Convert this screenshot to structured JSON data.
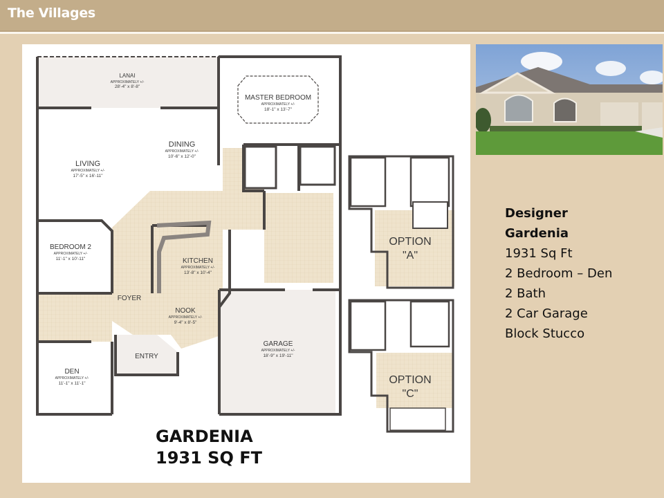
{
  "header": {
    "title": "The Villages"
  },
  "floorplan": {
    "name": "GARDENIA",
    "area": "1931 SQ FT",
    "rooms": [
      {
        "name": "LANAI",
        "note": "APPROXIMATELY +/-",
        "dims": "28'-4\" x 8'-8\""
      },
      {
        "name": "MASTER BEDROOM",
        "note": "APPROXIMATELY +/-",
        "dims": "18'-1\" x 13'-7\""
      },
      {
        "name": "LIVING",
        "note": "APPROXIMATELY +/-",
        "dims": "17'-5\" x 16'-11\""
      },
      {
        "name": "DINING",
        "note": "APPROXIMATELY +/-",
        "dims": "10'-6\" x 12'-0\""
      },
      {
        "name": "BEDROOM 2",
        "note": "APPROXIMATELY +/-",
        "dims": "11'-1\" x 10'-11\""
      },
      {
        "name": "KITCHEN",
        "note": "APPROXIMATELY +/-",
        "dims": "13'-8\" x 10'-4\""
      },
      {
        "name": "FOYER"
      },
      {
        "name": "NOOK",
        "note": "APPROXIMATELY +/-",
        "dims": "9'-4\" x 8'-5\""
      },
      {
        "name": "ENTRY"
      },
      {
        "name": "GARAGE",
        "note": "APPROXIMATELY +/-",
        "dims": "18'-9\" x 19'-11\""
      },
      {
        "name": "DEN",
        "note": "APPROXIMATELY +/-",
        "dims": "11'-1\" x 11'-1\""
      }
    ],
    "options": [
      {
        "line1": "OPTION",
        "line2": "\"A\""
      },
      {
        "line1": "OPTION",
        "line2": "\"C\""
      }
    ]
  },
  "photo": {
    "alt": "house-exterior-photo"
  },
  "info": {
    "lines_bold": [
      "Designer",
      "Gardenia"
    ],
    "lines": [
      "1931 Sq Ft",
      "2 Bedroom – Den",
      "2 Bath",
      "2 Car Garage",
      "Block Stucco"
    ]
  },
  "colors": {
    "header_bg": "#c3ad8a",
    "slide_bg": "#e3d0b3",
    "wall": "#4a4644",
    "tile": "#efe3cc",
    "room_fill": "#f2eeeb"
  }
}
